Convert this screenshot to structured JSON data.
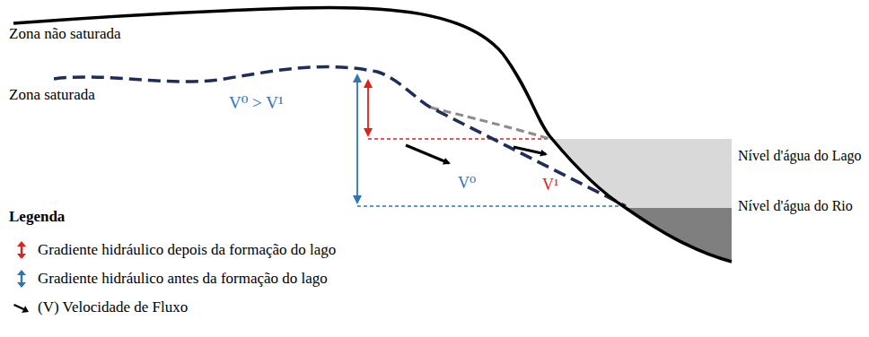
{
  "diagram": {
    "labels": [
      "Zona não saturada",
      "Zona saturada",
      "V⁰ > V¹",
      "V¹",
      "V⁰",
      "Nível d'água do Lago",
      "Nível d'água do Rio",
      "Legenda"
    ],
    "legend": [
      {
        "text": "Gradiente hidráulico depois da formação do lago"
      },
      {
        "text": "Gradiente hidráulico antes da formação do lago"
      },
      {
        "text": "(V) Velocidade de Fluxo"
      }
    ]
  }
}
